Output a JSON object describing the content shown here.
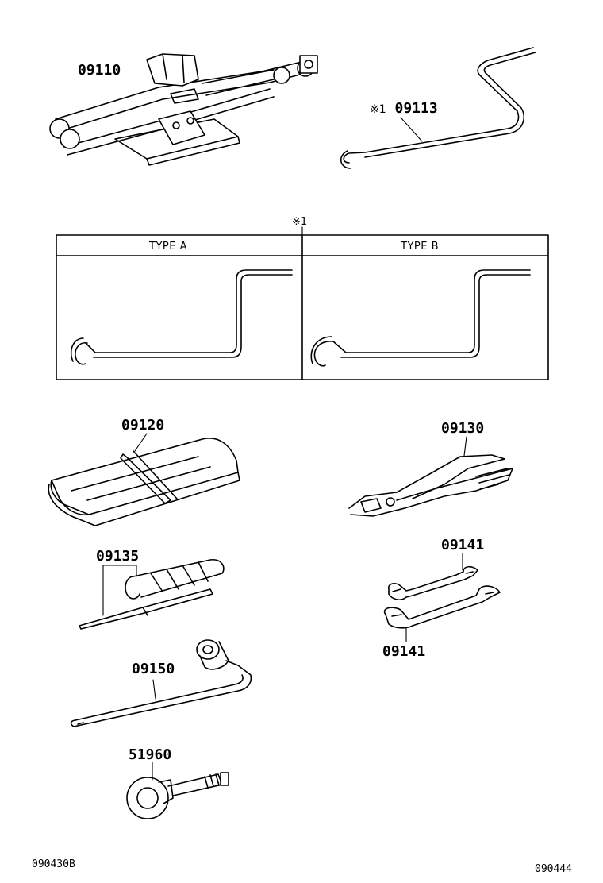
{
  "parts": {
    "jack": "09110",
    "jack_handle": "09113",
    "jack_handle_note": "※1",
    "tool_bag": "09120",
    "pliers": "09130",
    "screwdriver": "09135",
    "wrench_upper": "09141",
    "wrench_lower": "09141",
    "wheel_wrench": "09150",
    "towing_eye": "51960"
  },
  "type_table": {
    "note": "※1",
    "type_a": "TYPE  A",
    "type_b": "TYPE  B"
  },
  "footer": {
    "left_code": "090430B",
    "right_code": "090444"
  }
}
